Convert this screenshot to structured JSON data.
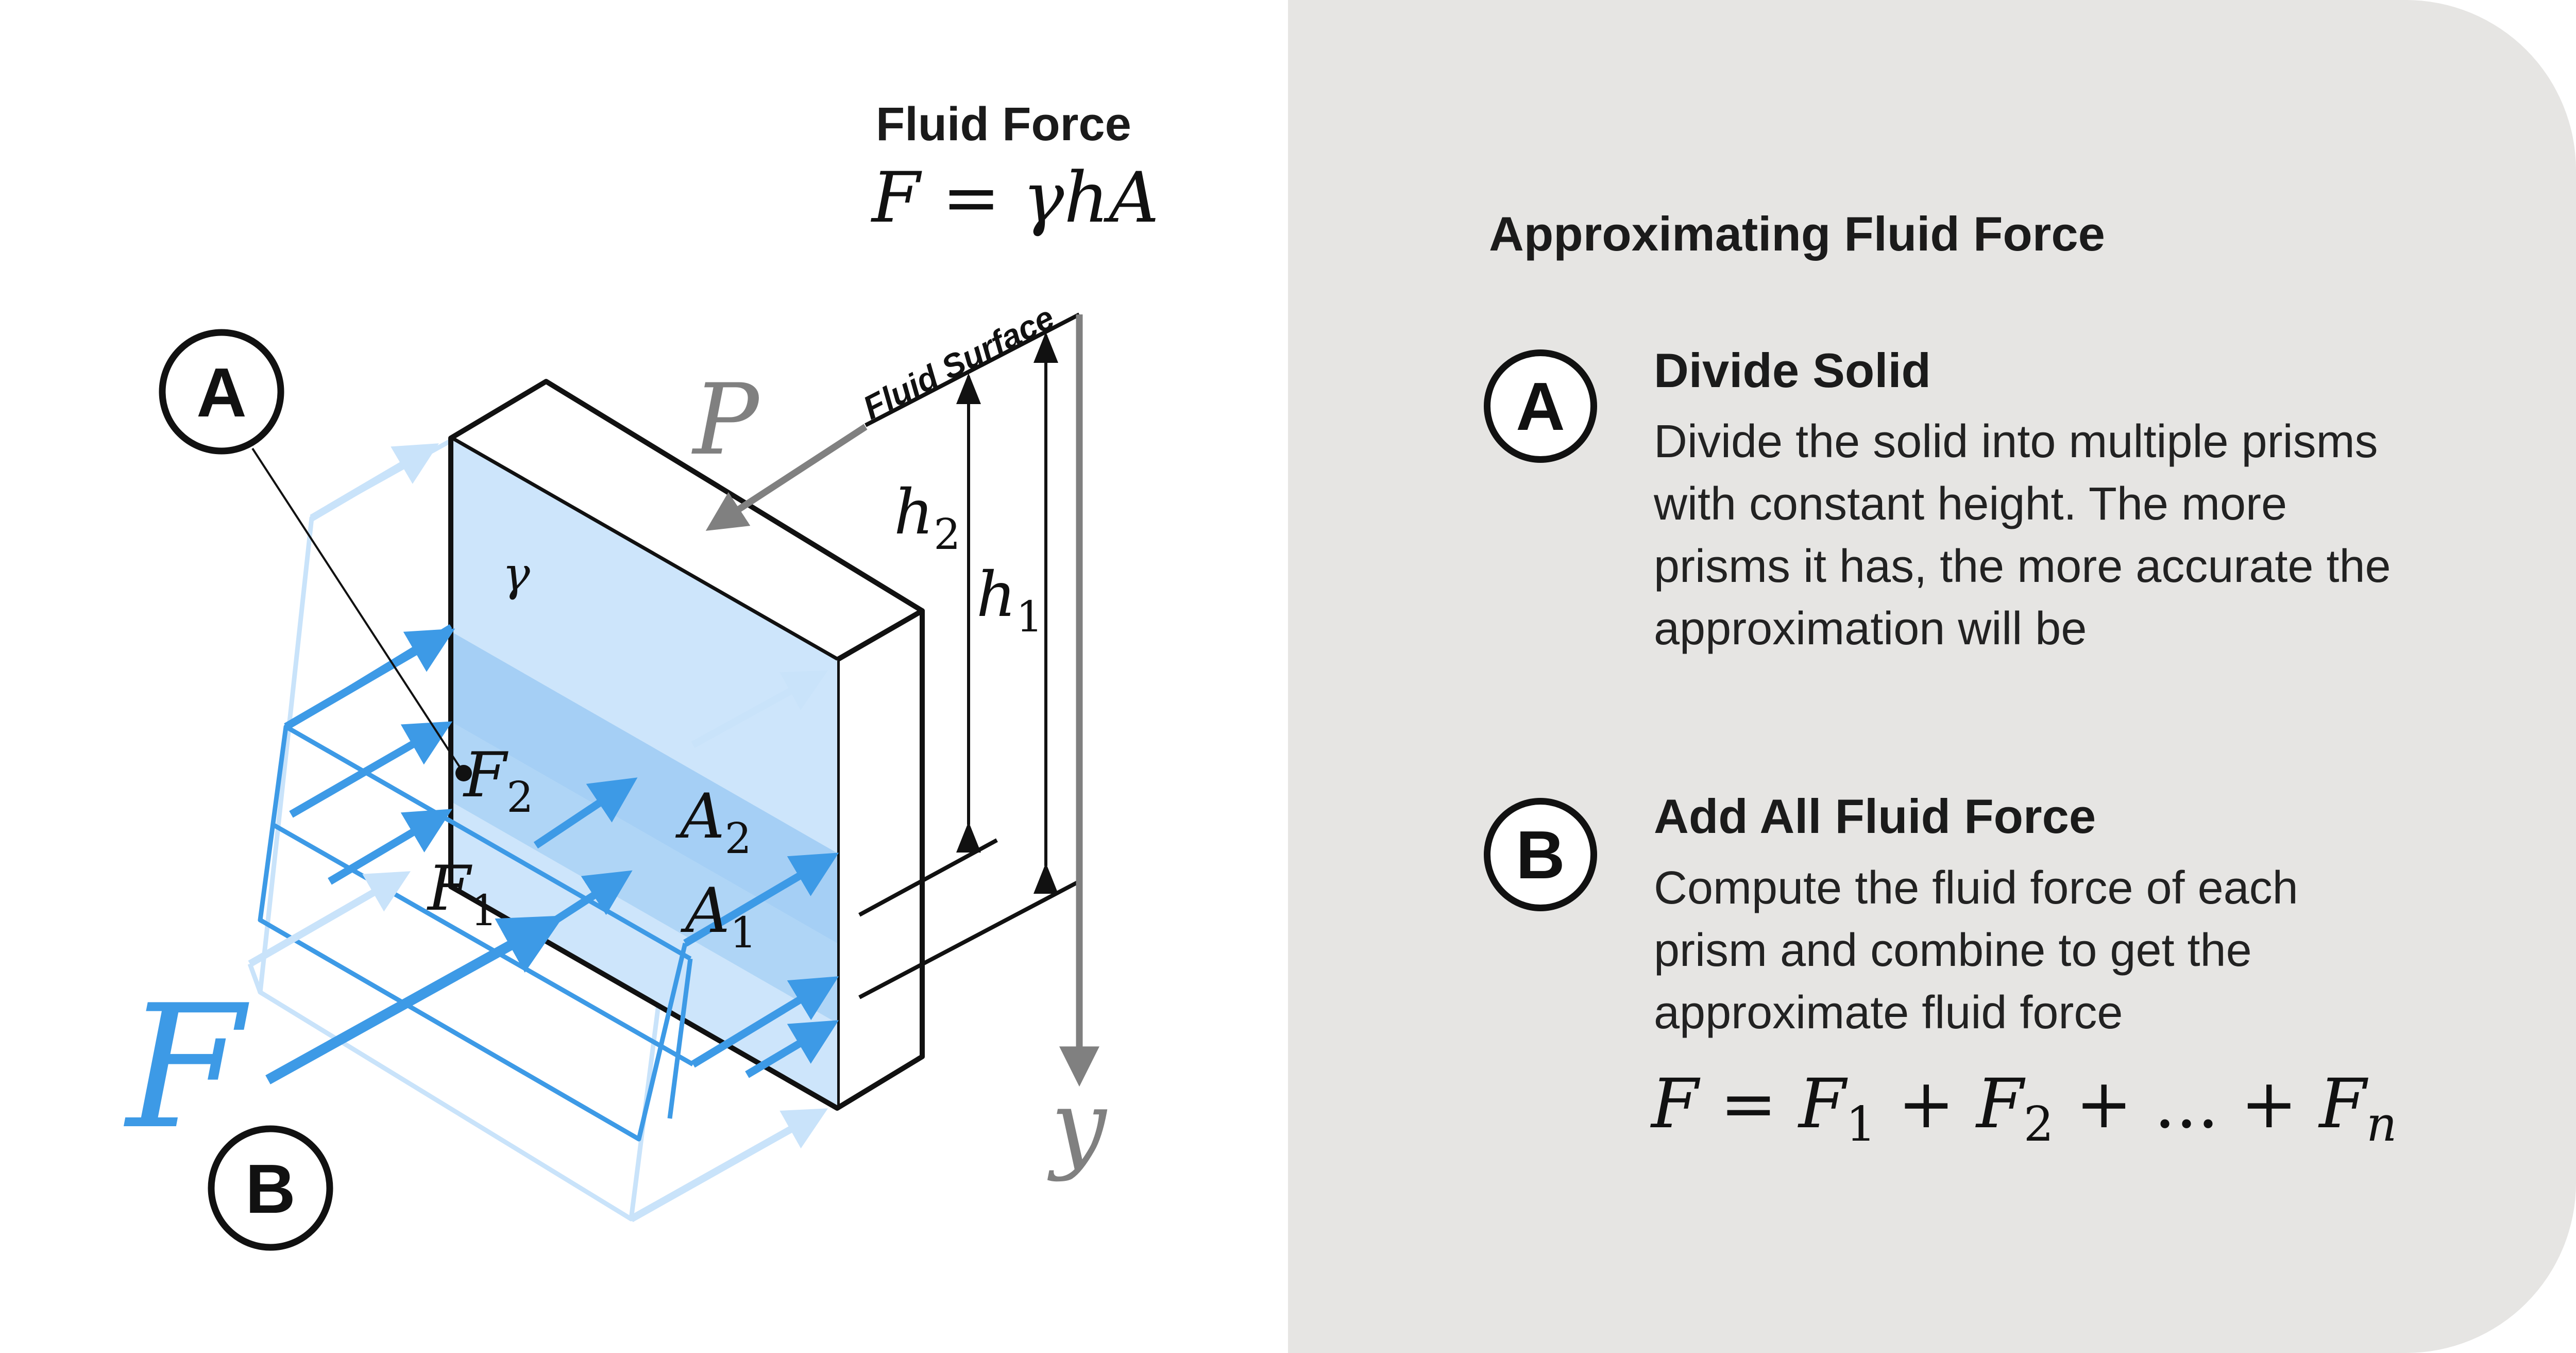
{
  "figure": {
    "title": "Fluid Force",
    "formula": "F = γhA",
    "surface_label": "Fluid Surface",
    "pressure_label": "P",
    "gamma_label": "γ",
    "h1_label": "h",
    "h1_sub": "1",
    "h2_label": "h",
    "h2_sub": "2",
    "a1_label": "A",
    "a1_sub": "1",
    "a2_label": "A",
    "a2_sub": "2",
    "f1_label": "F",
    "f1_sub": "1",
    "f2_label": "F",
    "f2_sub": "2",
    "force_label": "F",
    "axis_label": "y",
    "marker_a": "A",
    "marker_b": "B"
  },
  "panel": {
    "title": "Approximating Fluid Force",
    "steps": [
      {
        "marker": "A",
        "title": "Divide Solid",
        "body": "Divide the solid into multiple prisms with constant height. The more prisms it has, the more accurate the approximation will be"
      },
      {
        "marker": "B",
        "title": "Add All Fluid Force",
        "body": "Compute the fluid force of each prism and combine to get the approximate fluid force"
      }
    ],
    "total_formula": {
      "lhs": "F",
      "eq": "=",
      "t1": "F",
      "t1_sub": "1",
      "plus1": "+",
      "t2": "F",
      "t2_sub": "2",
      "plus2": "+",
      "dots": "...",
      "plus3": "+",
      "tn": "F",
      "tn_sub": "n"
    }
  },
  "colors": {
    "accent_blue": "#3d9ae6",
    "light_blue": "#c9e3fa",
    "mid_blue": "#9dcbf3",
    "panel_bg": "#e6e5e3",
    "ink": "#111111",
    "grey": "#808080"
  }
}
